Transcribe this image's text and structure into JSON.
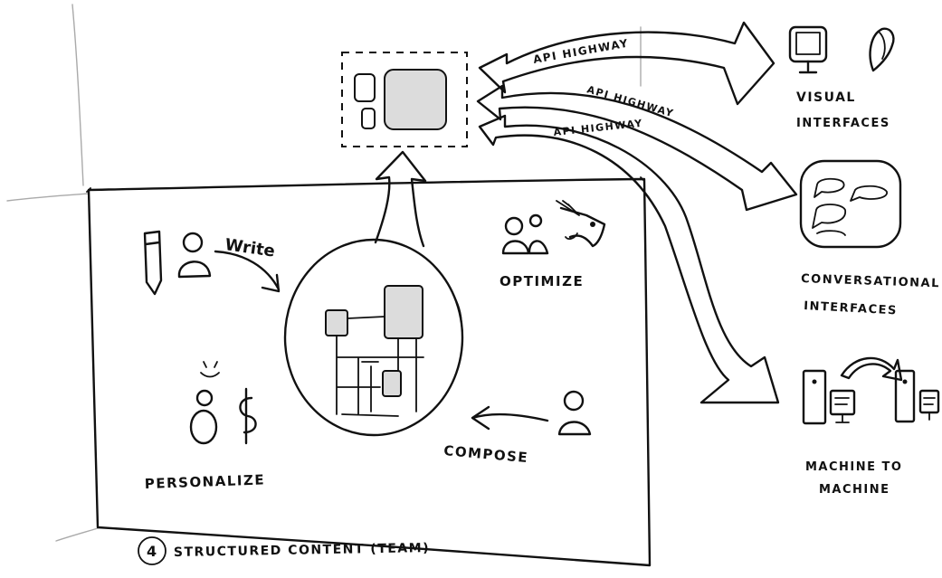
{
  "hub": {
    "name": "content-hub-window"
  },
  "highways": [
    {
      "id": "highway-to-visual",
      "label": "API HIGHWAY"
    },
    {
      "id": "highway-to-conversational",
      "label": "API HIGHWAY"
    },
    {
      "id": "highway-to-machine",
      "label": "API HIGHWAY"
    }
  ],
  "outputs": {
    "visual": {
      "line1": "VISUAL",
      "line2": "INTERFACES",
      "icons": [
        "monitor-icon",
        "headset-icon"
      ]
    },
    "conversational": {
      "line1": "CONVERSATIONAL",
      "line2": "INTERFACES",
      "icons": [
        "chat-bubbles-icon"
      ]
    },
    "machine": {
      "line1": "MACHINE TO",
      "line2": "MACHINE",
      "icons": [
        "server-icon",
        "computer-icon",
        "exchange-arrow-icon"
      ]
    }
  },
  "team": {
    "write_label": "Write",
    "optimize_label": "OPTIMIZE",
    "compose_label": "COMPOSE",
    "personalize_label": "PERSONALIZE",
    "footer_number": "4",
    "footer_label": "STRUCTURED CONTENT (TEAM)"
  },
  "colors": {
    "ink": "#111111",
    "fill_gray": "#dcdcdc",
    "paper": "#ffffff",
    "guide": "#aaaaaa"
  }
}
